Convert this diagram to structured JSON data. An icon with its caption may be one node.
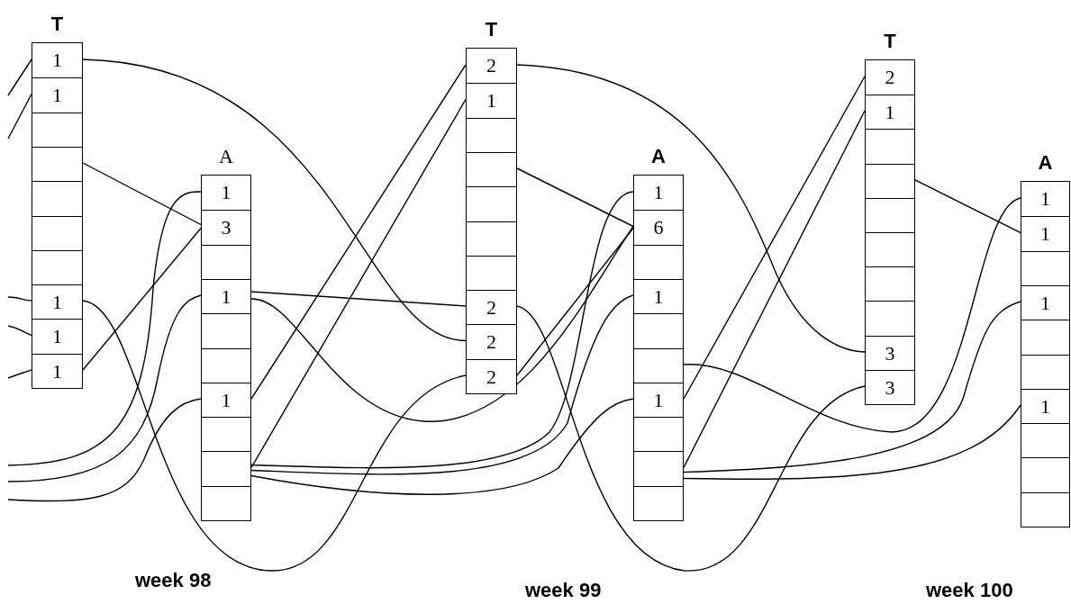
{
  "diagram": {
    "nodes": [
      {
        "text": [
          "T"
        ]
      },
      {
        "text": [
          "1"
        ],
        "in": 0
      },
      {
        "text": [
          "1"
        ],
        "in": 0
      },
      {
        "text": [],
        "shape": "box",
        "in": 0
      },
      {
        "text": [],
        "shape": "box",
        "in": 0
      },
      {
        "text": [],
        "shape": "box",
        "in": 0
      },
      {
        "text": [],
        "shape": "box",
        "in": 0
      },
      {
        "text": [],
        "shape": "box",
        "in": 0
      },
      {
        "text": [
          "1"
        ],
        "in": 0
      },
      {
        "text": [
          "1"
        ],
        "in": 0
      },
      {
        "text": [
          "1"
        ],
        "in": 0
      },
      {
        "text": [
          "A"
        ]
      },
      {
        "text": [
          "1"
        ],
        "in": 11
      },
      {
        "text": [
          "3"
        ],
        "in": 11
      },
      {
        "text": [],
        "shape": "box",
        "in": 11
      },
      {
        "text": [
          "1"
        ],
        "in": 11
      },
      {
        "text": [],
        "shape": "box",
        "in": 11
      },
      {
        "text": [],
        "shape": "box",
        "in": 11
      },
      {
        "text": [
          "1"
        ],
        "in": 11
      },
      {
        "text": [],
        "shape": "box",
        "in": 11
      },
      {
        "text": [],
        "shape": "box",
        "in": 11
      },
      {
        "text": [],
        "shape": "box",
        "in": 11
      },
      {
        "text": [
          "T"
        ]
      },
      {
        "text": [
          "2"
        ],
        "in": 22
      },
      {
        "text": [
          "1"
        ],
        "in": 22
      },
      {
        "text": [],
        "shape": "box",
        "in": 22
      },
      {
        "text": [],
        "shape": "box",
        "in": 22
      },
      {
        "text": [],
        "shape": "box",
        "in": 22
      },
      {
        "text": [],
        "shape": "box",
        "in": 22
      },
      {
        "text": [],
        "shape": "box",
        "in": 22
      },
      {
        "text": [
          "2"
        ],
        "in": 22
      },
      {
        "text": [
          "2"
        ],
        "in": 22
      },
      {
        "text": [
          "2"
        ],
        "in": 22
      },
      {
        "text": [
          "A"
        ]
      },
      {
        "text": [
          "1"
        ],
        "in": 33
      },
      {
        "text": [
          "6"
        ],
        "in": 33
      },
      {
        "text": [],
        "shape": "box",
        "in": 33
      },
      {
        "text": [
          "1"
        ],
        "in": 33
      },
      {
        "text": [],
        "shape": "box",
        "in": 33
      },
      {
        "text": [],
        "shape": "box",
        "in": 33
      },
      {
        "text": [
          "1"
        ],
        "in": 33
      },
      {
        "text": [],
        "shape": "box",
        "in": 33
      },
      {
        "text": [],
        "shape": "box",
        "in": 33
      },
      {
        "text": [],
        "shape": "box",
        "in": 33
      },
      {
        "text": [
          "T"
        ]
      },
      {
        "text": [
          "2"
        ],
        "in": 44
      },
      {
        "text": [
          "1"
        ],
        "in": 44
      },
      {
        "text": [],
        "shape": "box",
        "in": 44
      },
      {
        "text": [],
        "shape": "box",
        "in": 44
      },
      {
        "text": [],
        "shape": "box",
        "in": 44
      },
      {
        "text": [],
        "shape": "box",
        "in": 44
      },
      {
        "text": [],
        "shape": "box",
        "in": 44
      },
      {
        "text": [],
        "shape": "box",
        "in": 44
      },
      {
        "text": [
          "3"
        ],
        "in": 44
      },
      {
        "text": [
          "3"
        ],
        "in": 44
      },
      {
        "text": [
          "A"
        ]
      },
      {
        "text": [
          "1"
        ],
        "in": 55
      },
      {
        "text": [
          "1"
        ],
        "in": 55
      },
      {
        "text": [],
        "shape": "box",
        "in": 55
      },
      {
        "text": [
          "1"
        ],
        "in": 55
      },
      {
        "text": [],
        "shape": "box",
        "in": 55
      },
      {
        "text": [],
        "shape": "box",
        "in": 55
      },
      {
        "text": [
          "1"
        ],
        "in": 55
      },
      {
        "text": [],
        "shape": "box",
        "in": 55
      },
      {
        "text": [],
        "shape": "box",
        "in": 55
      },
      {
        "text": [],
        "shape": "box",
        "in": 55
      }
    ],
    "edges": [
      {
        "from": null,
        "to": 1,
        "arrow": "none"
      },
      {
        "from": null,
        "to": 2,
        "arrow": "none"
      },
      {
        "from": null,
        "to": 8,
        "arrow": "none"
      },
      {
        "from": null,
        "to": 9,
        "arrow": "none"
      },
      {
        "from": null,
        "to": 10,
        "arrow": "none"
      },
      {
        "from": null,
        "to": 12,
        "arrow": "none"
      },
      {
        "from": null,
        "to": 15,
        "arrow": "none"
      },
      {
        "from": null,
        "to": 18,
        "arrow": "none"
      },
      {
        "from": 1,
        "to": 31,
        "arrow": "none"
      },
      {
        "from": 4,
        "to": 13,
        "arrow": "none"
      },
      {
        "from": 8,
        "to": 32,
        "arrow": "none"
      },
      {
        "from": 10,
        "to": 13,
        "arrow": "none"
      },
      {
        "from": 15,
        "to": 30,
        "arrow": "none"
      },
      {
        "from": 15,
        "to": 35,
        "arrow": "none"
      },
      {
        "from": 18,
        "to": 23,
        "arrow": "none"
      },
      {
        "from": 20,
        "to": 24,
        "arrow": "none"
      },
      {
        "from": 20,
        "to": 34,
        "arrow": "none"
      },
      {
        "from": 20,
        "to": 37,
        "arrow": "none"
      },
      {
        "from": 20,
        "to": 40,
        "arrow": "none"
      },
      {
        "from": 23,
        "to": 53,
        "arrow": "none"
      },
      {
        "from": 26,
        "to": 35,
        "arrow": "none"
      },
      {
        "from": 30,
        "to": 54,
        "arrow": "none"
      },
      {
        "from": 32,
        "to": 35,
        "arrow": "none"
      },
      {
        "from": 40,
        "to": 45,
        "arrow": "none"
      },
      {
        "from": 42,
        "to": 46,
        "arrow": "none"
      },
      {
        "from": 39,
        "to": 56,
        "arrow": "none"
      },
      {
        "from": 42,
        "to": 59,
        "arrow": "none"
      },
      {
        "from": 42,
        "to": 62,
        "arrow": "none"
      },
      {
        "from": 48,
        "to": 57,
        "arrow": "none"
      }
    ],
    "labels": [
      "week 98",
      "week 99",
      "week 100"
    ]
  }
}
